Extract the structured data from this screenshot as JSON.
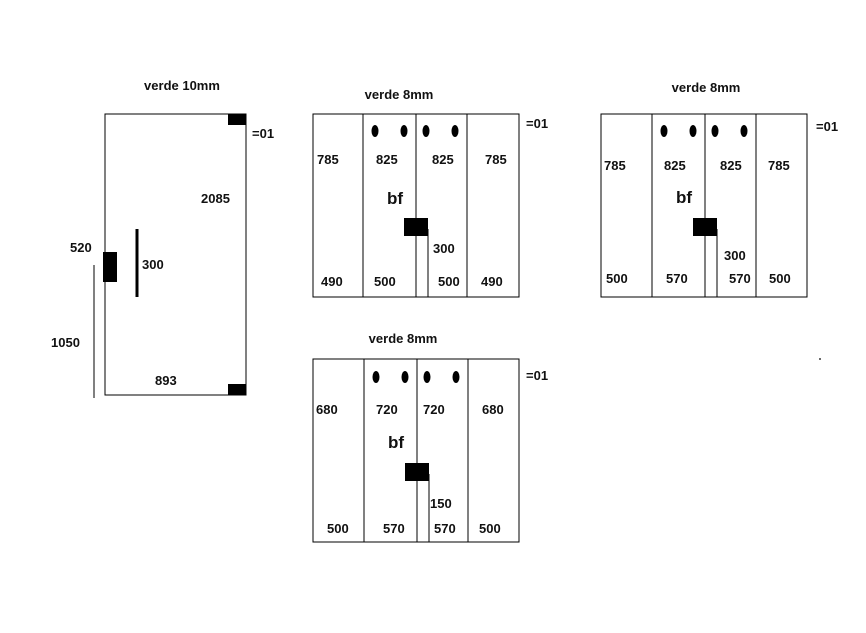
{
  "door": {
    "title": "verde 10mm",
    "qty": "=01",
    "height": "2085",
    "width": "893",
    "handle_height": "520",
    "handle_length": "300",
    "floor_offset": "1050"
  },
  "panels": [
    {
      "title": "verde 8mm",
      "qty": "=01",
      "top_widths": [
        "785",
        "825",
        "825",
        "785"
      ],
      "bottom_widths": [
        "490",
        "500",
        "500",
        "490"
      ],
      "lock_label": "bf",
      "cut_height": "300"
    },
    {
      "title": "verde 8mm",
      "qty": "=01",
      "top_widths": [
        "785",
        "825",
        "825",
        "785"
      ],
      "bottom_widths": [
        "500",
        "570",
        "570",
        "500"
      ],
      "lock_label": "bf",
      "cut_height": "300"
    },
    {
      "title": "verde 8mm",
      "qty": "=01",
      "top_widths": [
        "680",
        "720",
        "720",
        "680"
      ],
      "bottom_widths": [
        "500",
        "570",
        "570",
        "500"
      ],
      "lock_label": "bf",
      "cut_height": "150"
    }
  ]
}
